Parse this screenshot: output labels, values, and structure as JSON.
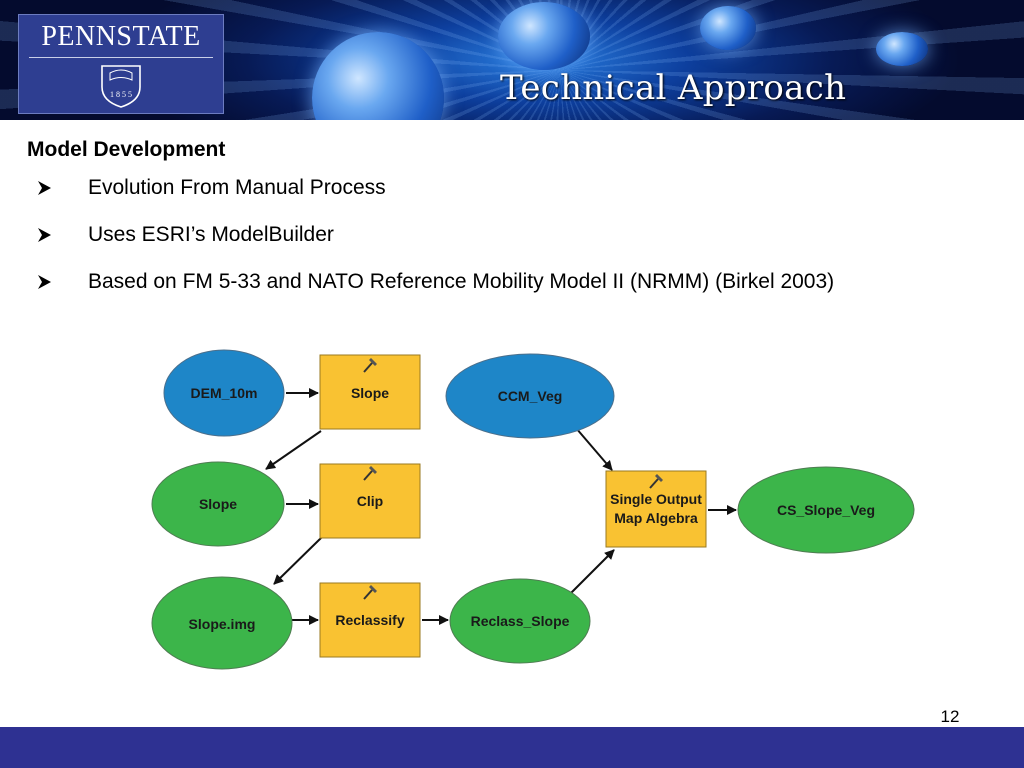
{
  "header": {
    "logo": {
      "wordmark": "PENNSTATE",
      "year": "1 8 5 5"
    },
    "title": "Technical Approach"
  },
  "content": {
    "section_title": "Model Development",
    "bullets": [
      "Evolution From Manual Process",
      "Uses ESRI’s ModelBuilder",
      "Based on FM 5-33 and NATO Reference Mobility Model II (NRMM) (Birkel 2003)"
    ]
  },
  "diagram": {
    "colors": {
      "input": "#1e86c8",
      "derived": "#3cb54a",
      "tool": "#f9c232"
    },
    "nodes": {
      "dem_10m": "DEM_10m",
      "slope_tool": "Slope",
      "ccm_veg": "CCM_Veg",
      "slope": "Slope",
      "clip_tool": "Clip",
      "map_algebra_line1": "Single Output",
      "map_algebra_line2": "Map Algebra",
      "cs_slope_veg": "CS_Slope_Veg",
      "slope_img": "Slope.img",
      "reclassify_tool": "Reclassify",
      "reclass_slope": "Reclass_Slope"
    }
  },
  "footer": {
    "page_number": "12",
    "bar_color": "#2e3192"
  }
}
